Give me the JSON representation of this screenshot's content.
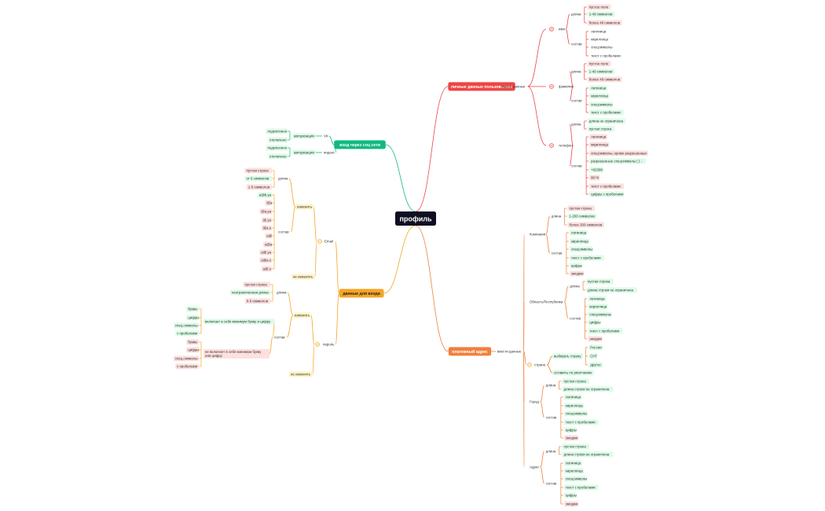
{
  "colors": {
    "personal": "#ef4444",
    "social": "#10b981",
    "login": "#f5a524",
    "payment": "#f0803c",
    "green_bg": "#dcfce7",
    "red_bg": "#fde0df",
    "yellow_bg": "#fef3c7",
    "root_bg": "#0f0f23"
  },
  "root": {
    "label": "профиль"
  },
  "personal": {
    "label": "личные данные пользователя",
    "action": "ввести данные",
    "name": {
      "label": "имя",
      "length": {
        "label": "длина",
        "items": [
          {
            "text": "пустое поле",
            "status": "bad"
          },
          {
            "text": "1-49 символов",
            "status": "ok"
          },
          {
            "text": "более 49 символов",
            "status": "bad"
          }
        ]
      },
      "composition": {
        "label": "состав",
        "items": [
          {
            "text": "латиница",
            "status": "neutral"
          },
          {
            "text": "кириллица",
            "status": "neutral"
          },
          {
            "text": "спецсимволы",
            "status": "neutral"
          },
          {
            "text": "текст с пробелами",
            "status": "neutral"
          }
        ]
      }
    },
    "surname": {
      "label": "фамилия",
      "length": {
        "label": "длина",
        "items": [
          {
            "text": "пустое поле",
            "status": "bad"
          },
          {
            "text": "1-49 символов",
            "status": "ok"
          },
          {
            "text": "более 49 символов",
            "status": "bad"
          }
        ]
      },
      "composition": {
        "label": "состав",
        "items": [
          {
            "text": "латиница",
            "status": "ok"
          },
          {
            "text": "кириллица",
            "status": "ok"
          },
          {
            "text": "спецсимволы",
            "status": "ok"
          },
          {
            "text": "текст с пробелами",
            "status": "ok"
          }
        ]
      }
    },
    "phone": {
      "label": "телефон",
      "length": {
        "label": "длина",
        "items": [
          {
            "text": "длина не ограничена",
            "status": "ok"
          },
          {
            "text": "пустая строка",
            "status": "ok"
          }
        ]
      },
      "composition": {
        "label": "состав",
        "items": [
          {
            "text": "латиница",
            "status": "bad"
          },
          {
            "text": "кириллица",
            "status": "bad"
          },
          {
            "text": "спецсимволы, кроме разрешенных",
            "status": "bad"
          },
          {
            "text": "разрешенные спецсимволы ( ) -",
            "status": "ok"
          },
          {
            "text": "+82399",
            "status": "ok"
          },
          {
            "text": "80+9",
            "status": "bad"
          },
          {
            "text": "текст с пробелами",
            "status": "bad"
          },
          {
            "text": "цифры с пробелами",
            "status": "ok"
          }
        ]
      }
    }
  },
  "social": {
    "label": "вход через соц сети",
    "vk": {
      "label": "VK",
      "auth": "авторизация",
      "items": [
        {
          "text": "подключено",
          "status": "ok"
        },
        {
          "text": "отключено",
          "status": "ok"
        }
      ]
    },
    "yandex": {
      "label": "яндекс",
      "auth": "авторизация",
      "items": [
        {
          "text": "подключено",
          "status": "ok"
        },
        {
          "text": "отключено",
          "status": "ok"
        }
      ]
    }
  },
  "login": {
    "label": "данные для входа",
    "email": {
      "label": "Email",
      "change": "изменить",
      "nochange": "не изменять",
      "length": {
        "label": "длина",
        "items": [
          {
            "text": "пустая строка",
            "status": "bad"
          },
          {
            "text": "от 6 символов",
            "status": "ok"
          },
          {
            "text": "1-5 символов",
            "status": "bad"
          }
        ]
      },
      "composition": {
        "label": "состав",
        "items": [
          {
            "text": "a@b.ya",
            "status": "ok"
          },
          {
            "text": "@a",
            "status": "bad"
          },
          {
            "text": "@a.ya",
            "status": "bad"
          },
          {
            "text": "@.ya",
            "status": "bad"
          },
          {
            "text": "@a.s",
            "status": "bad"
          },
          {
            "text": "a@",
            "status": "bad"
          },
          {
            "text": "a@a",
            "status": "bad"
          },
          {
            "text": "a@.ya",
            "status": "bad"
          },
          {
            "text": "a@a.s",
            "status": "bad"
          },
          {
            "text": "a@.s",
            "status": "bad"
          }
        ]
      }
    },
    "password": {
      "label": "пароль",
      "change": "изменить",
      "nochange": "не изменять",
      "length": {
        "label": "длина",
        "items": [
          {
            "text": "пустая строка",
            "status": "bad"
          },
          {
            "text": "неограниченная длина",
            "status": "ok"
          },
          {
            "text": "0-5 символов",
            "status": "bad"
          }
        ]
      },
      "composition": {
        "label": "состав",
        "contains": {
          "label": "включает в себя минимум букву и цифру",
          "items": [
            {
              "text": "буквы",
              "status": "ok"
            },
            {
              "text": "цифры",
              "status": "ok"
            },
            {
              "text": "спец.символы",
              "status": "ok"
            },
            {
              "text": "с пробелами",
              "status": "ok"
            }
          ]
        },
        "notcontains": {
          "label": "не включает в себя минимум букву или цифру",
          "items": [
            {
              "text": "буквы",
              "status": "bad"
            },
            {
              "text": "цифры",
              "status": "bad"
            },
            {
              "text": "спец.символы",
              "status": "bad"
            },
            {
              "text": "с пробелами",
              "status": "bad"
            }
          ]
        }
      }
    }
  },
  "payment": {
    "label": "платежный адрес",
    "action": "ввести данные",
    "company": {
      "label": "Компания",
      "length": {
        "label": "длина",
        "items": [
          {
            "text": "пустая строка",
            "status": "bad"
          },
          {
            "text": "1-200 символов",
            "status": "ok"
          },
          {
            "text": "более 200 символов",
            "status": "bad"
          }
        ]
      },
      "composition": {
        "label": "состав",
        "items": [
          {
            "text": "латиница",
            "status": "ok"
          },
          {
            "text": "кириллица",
            "status": "ok"
          },
          {
            "text": "спецсимволы",
            "status": "ok"
          },
          {
            "text": "текст с пробелами",
            "status": "ok"
          },
          {
            "text": "цифры",
            "status": "ok"
          },
          {
            "text": "эмоджи",
            "status": "bad"
          }
        ]
      }
    },
    "region": {
      "label": "Область/Республика",
      "length": {
        "label": "длина",
        "items": [
          {
            "text": "пустая строка",
            "status": "ok"
          },
          {
            "text": "длина строки не ограничена",
            "status": "ok"
          }
        ]
      },
      "composition": {
        "label": "состав",
        "items": [
          {
            "text": "латиница",
            "status": "ok"
          },
          {
            "text": "кириллица",
            "status": "ok"
          },
          {
            "text": "спецсимволы",
            "status": "ok"
          },
          {
            "text": "цифры",
            "status": "ok"
          },
          {
            "text": "текст с пробелами",
            "status": "ok"
          },
          {
            "text": "эмоджи",
            "status": "bad"
          }
        ]
      }
    },
    "country": {
      "label": "страна",
      "choose": {
        "label": "выбирать страну",
        "items": [
          {
            "text": "Россия",
            "status": "ok"
          },
          {
            "text": "СНГ",
            "status": "ok"
          },
          {
            "text": "другое",
            "status": "ok"
          }
        ]
      },
      "default": {
        "text": "оставить по умолчанию",
        "status": "ok"
      }
    },
    "city": {
      "label": "Город",
      "length": {
        "label": "длина",
        "items": [
          {
            "text": "пустая строка",
            "status": "ok"
          },
          {
            "text": "длина строки не ограничена",
            "status": "ok"
          }
        ]
      },
      "composition": {
        "label": "состав",
        "items": [
          {
            "text": "латиница",
            "status": "ok"
          },
          {
            "text": "кириллица",
            "status": "ok"
          },
          {
            "text": "спецсимволы",
            "status": "ok"
          },
          {
            "text": "текст с пробелами",
            "status": "ok"
          },
          {
            "text": "цифры",
            "status": "ok"
          },
          {
            "text": "эмоджи",
            "status": "bad"
          }
        ]
      }
    },
    "address": {
      "label": "Адрес",
      "length": {
        "label": "длина",
        "items": [
          {
            "text": "пустая строка",
            "status": "ok"
          },
          {
            "text": "длина строки не ограничена",
            "status": "ok"
          }
        ]
      },
      "composition": {
        "label": "состав",
        "items": [
          {
            "text": "латиница",
            "status": "ok"
          },
          {
            "text": "кириллица",
            "status": "ok"
          },
          {
            "text": "спецсимволы",
            "status": "ok"
          },
          {
            "text": "текст с пробелами",
            "status": "ok"
          },
          {
            "text": "цифры",
            "status": "ok"
          },
          {
            "text": "эмоджи",
            "status": "bad"
          }
        ]
      }
    }
  }
}
